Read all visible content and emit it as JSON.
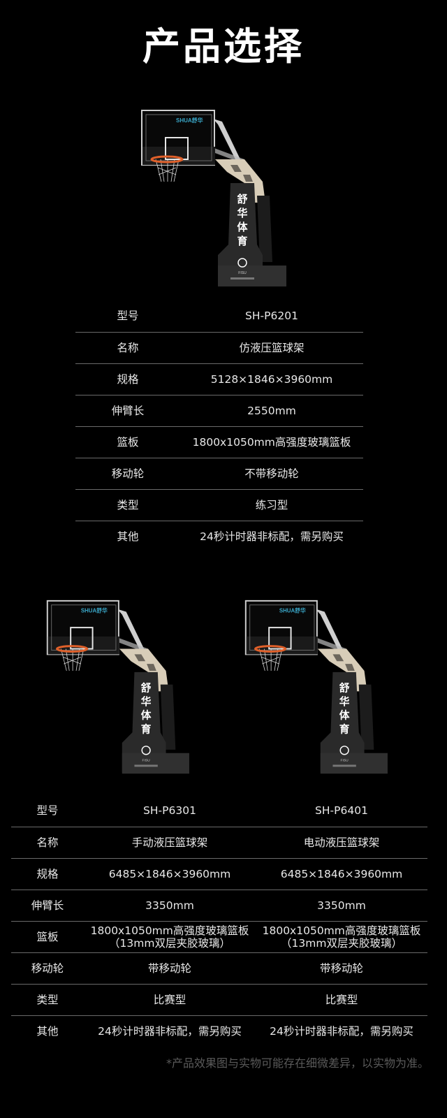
{
  "page_title": "产品选择",
  "hoop_image": {
    "brand_logo": "SHUA舒华",
    "tower_text": [
      "舒",
      "华",
      "体",
      "育"
    ],
    "fisu_text": "FISU",
    "colors": {
      "arm": "#d8cdb8",
      "tower": "#2a2a2a",
      "rim": "#e0602a",
      "frame": "#cfcfcf"
    }
  },
  "product_1": {
    "rows": [
      {
        "label": "型号",
        "value": "SH-P6201"
      },
      {
        "label": "名称",
        "value": "仿液压篮球架"
      },
      {
        "label": "规格",
        "value": "5128×1846×3960mm"
      },
      {
        "label": "伸臂长",
        "value": "2550mm"
      },
      {
        "label": "篮板",
        "value": "1800x1050mm高强度玻璃篮板"
      },
      {
        "label": "移动轮",
        "value": "不带移动轮"
      },
      {
        "label": "类型",
        "value": "练习型"
      },
      {
        "label": "其他",
        "value": "24秒计时器非标配，需另购买"
      }
    ]
  },
  "products_2_3": {
    "rows": [
      {
        "label": "型号",
        "a": "SH-P6301",
        "b": "SH-P6401"
      },
      {
        "label": "名称",
        "a": "手动液压篮球架",
        "b": "电动液压篮球架"
      },
      {
        "label": "规格",
        "a": "6485×1846×3960mm",
        "b": "6485×1846×3960mm"
      },
      {
        "label": "伸臂长",
        "a": "3350mm",
        "b": "3350mm"
      },
      {
        "label": "篮板",
        "a": "1800x1050mm高强度玻璃篮板",
        "a2": "（13mm双层夹胶玻璃）",
        "b": "1800x1050mm高强度玻璃篮板",
        "b2": "（13mm双层夹胶玻璃）"
      },
      {
        "label": "移动轮",
        "a": "带移动轮",
        "b": "带移动轮"
      },
      {
        "label": "类型",
        "a": "比赛型",
        "b": "比赛型"
      },
      {
        "label": "其他",
        "a": "24秒计时器非标配，需另购买",
        "b": "24秒计时器非标配，需另购买"
      }
    ]
  },
  "footnote": "*产品效果图与实物可能存在细微差异，以实物为准。"
}
